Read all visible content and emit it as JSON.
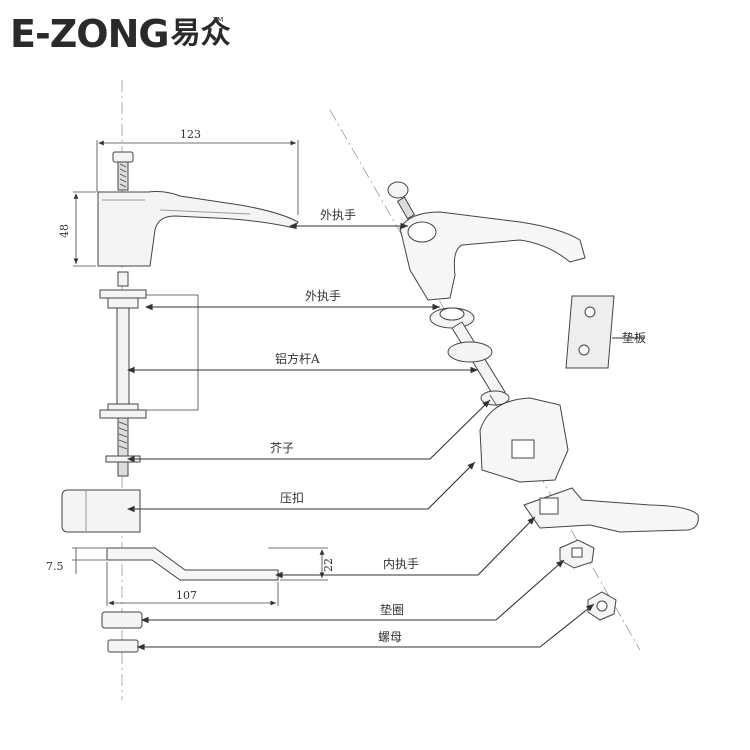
{
  "brand": {
    "latin": "E-ZONG",
    "chinese": "易众",
    "trademark": "TM"
  },
  "dimensions": {
    "width_top": "123",
    "height_left": "48",
    "offset_left": "7.5",
    "height_inner": "22",
    "width_bottom": "107"
  },
  "labels": {
    "outer_handle_1": "外执手",
    "outer_handle_2": "外执手",
    "aluminum_square_rod": "铝方杆A",
    "spindle_piece": "芥子",
    "press_cap": "压扣",
    "inner_handle": "内执手",
    "washer": "垫圈",
    "nut": "螺母",
    "backing_plate": "垫板"
  }
}
